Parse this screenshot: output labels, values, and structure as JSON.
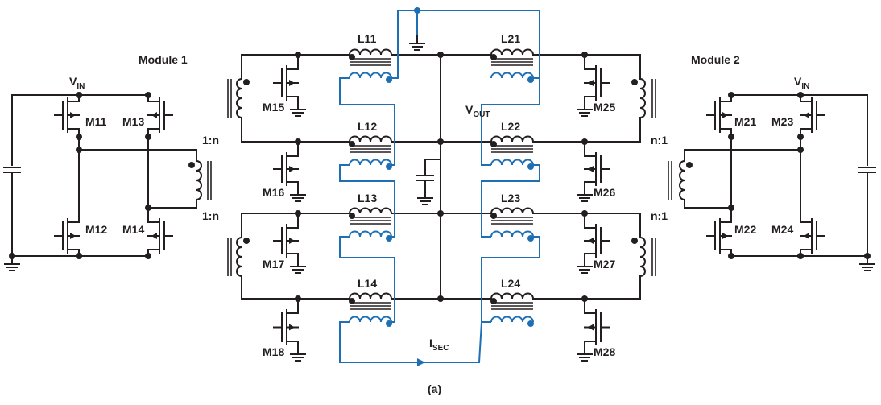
{
  "module_labels": {
    "left": "Module 1",
    "right": "Module 2"
  },
  "vin": {
    "left_main": "V",
    "left_sub": "IN",
    "right_main": "V",
    "right_sub": "IN"
  },
  "vout": {
    "main": "V",
    "sub": "OUT"
  },
  "isec": {
    "main": "I",
    "sub": "SEC"
  },
  "caption": "(a)",
  "ratios": {
    "left_top": "1:n",
    "left_bottom": "1:n",
    "right_top": "n:1",
    "right_bottom": "n:1"
  },
  "inductors_left": [
    "L11",
    "L12",
    "L13",
    "L14"
  ],
  "inductors_right": [
    "L21",
    "L22",
    "L23",
    "L24"
  ],
  "bridge_left": [
    "M11",
    "M12",
    "M13",
    "M14"
  ],
  "bridge_right": [
    "M21",
    "M22",
    "M23",
    "M24"
  ],
  "sr_left": [
    "M15",
    "M16",
    "M17",
    "M18"
  ],
  "sr_right": [
    "M25",
    "M26",
    "M27",
    "M28"
  ],
  "colors": {
    "wire": "#231f20",
    "coupled_winding": "#1f6fb5"
  }
}
